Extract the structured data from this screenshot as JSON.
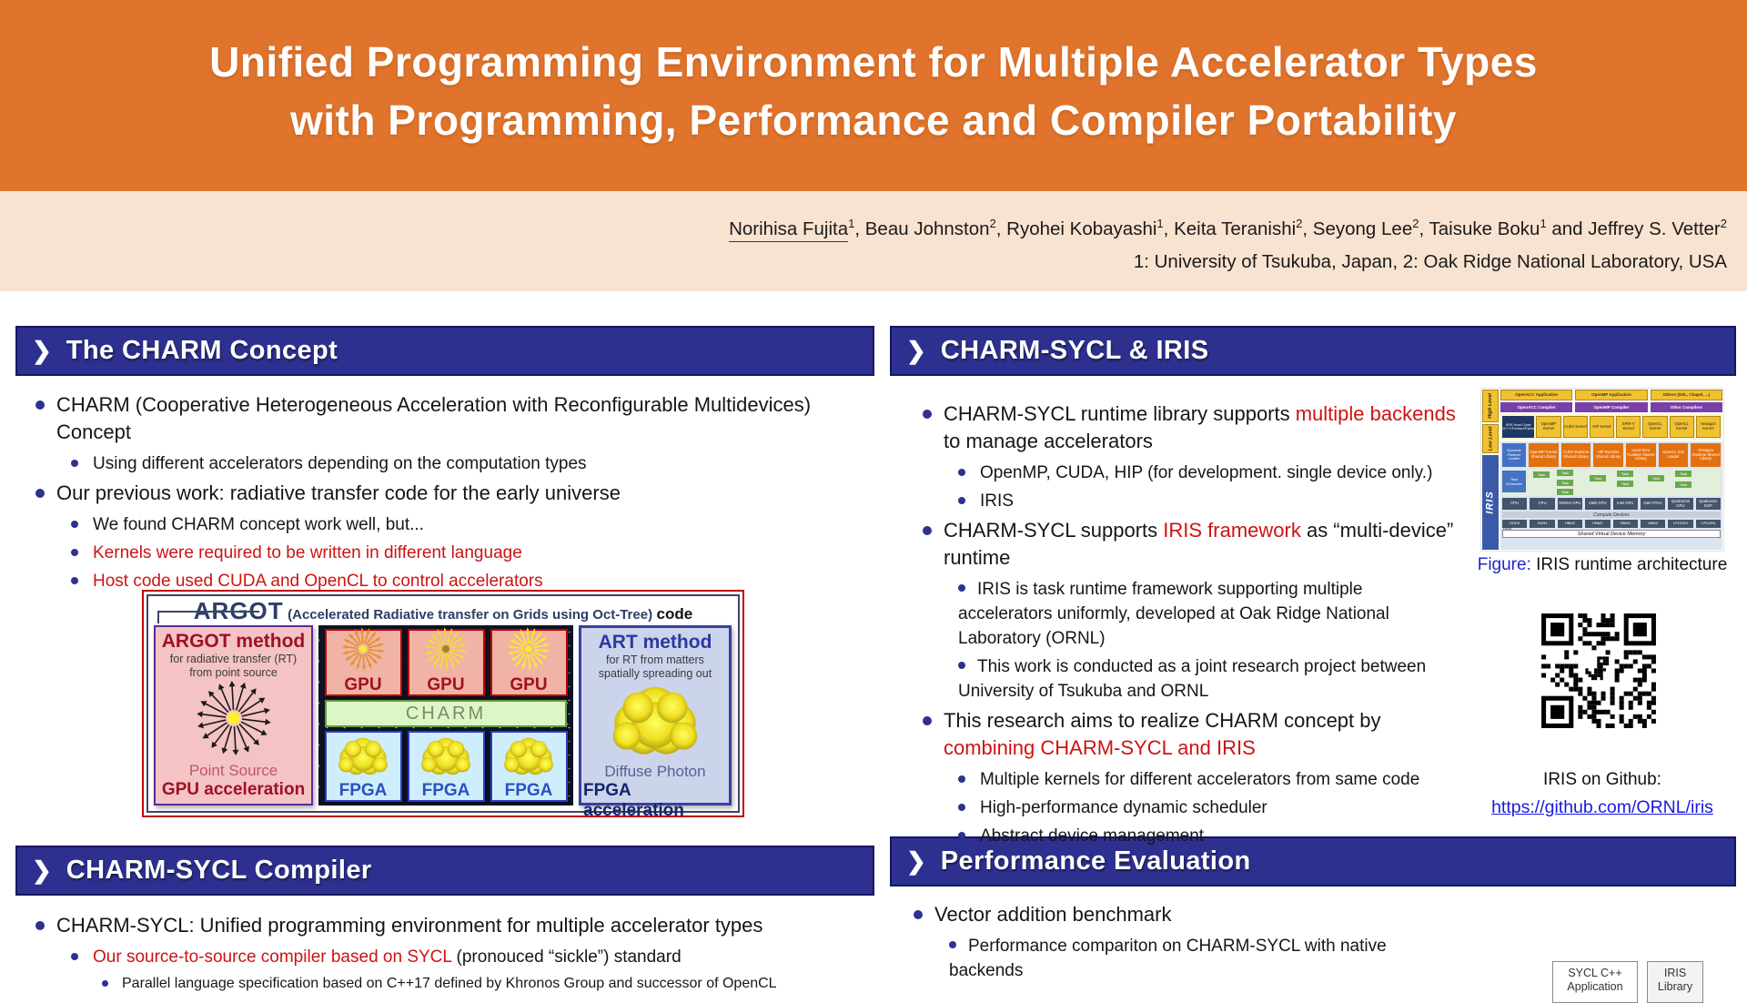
{
  "banner": {
    "title_line1": "Unified Programming Environment for Multiple Accelerator Types",
    "title_line2": "with Programming, Performance and Compiler Portability"
  },
  "authors_bar": {
    "authors": [
      {
        "lead": "",
        "name": "Norihisa Fujita",
        "sup": "1",
        "underline": true
      },
      {
        "lead": ", ",
        "name": "Beau Johnston",
        "sup": "2"
      },
      {
        "lead": ", ",
        "name": "Ryohei Kobayashi",
        "sup": "1"
      },
      {
        "lead": ", ",
        "name": "Keita Teranishi",
        "sup": "2"
      },
      {
        "lead": ", ",
        "name": "Seyong Lee",
        "sup": "2"
      },
      {
        "lead": ", ",
        "name": "Taisuke Boku",
        "sup": "1"
      },
      {
        "lead": " and ",
        "name": "Jeffrey S. Vetter",
        "sup": "2"
      }
    ],
    "affiliations": "1: University of Tsukuba, Japan, 2: Oak Ridge National Laboratory, USA"
  },
  "colors": {
    "banner_orange": "#e0742c",
    "authors_bg": "#f8e3d1",
    "header_navy": "#2d308e",
    "bullet_navy": "#2d3192",
    "accent_red": "#cf1212",
    "link_blue": "#1a1adf",
    "figure_label_blue": "#2525cc"
  },
  "sections": {
    "charm_concept": {
      "title": "The CHARM Concept",
      "bullets": [
        {
          "level": 1,
          "segments": [
            {
              "text": "CHARM (Cooperative Heterogeneous Acceleration with Reconfigurable Multidevices) Concept"
            }
          ]
        },
        {
          "level": 2,
          "segments": [
            {
              "text": "Using different accelerators depending on the computation types"
            }
          ]
        },
        {
          "level": 1,
          "segments": [
            {
              "text": "Our previous work: radiative transfer code for the early universe"
            }
          ]
        },
        {
          "level": 2,
          "segments": [
            {
              "text": "We found CHARM concept work well, but..."
            }
          ]
        },
        {
          "level": 2,
          "segments": [
            {
              "text": "Kernels were required to be written in different language",
              "red": true
            }
          ]
        },
        {
          "level": 2,
          "segments": [
            {
              "text": "Host code used CUDA and OpenCL to control accelerators",
              "red": true
            }
          ]
        }
      ]
    },
    "charm_sycl_iris": {
      "title": "CHARM-SYCL & IRIS",
      "bullets": [
        {
          "level": 1,
          "segments": [
            {
              "text": "CHARM-SYCL runtime library supports "
            },
            {
              "text": "multiple backends",
              "red": true
            },
            {
              "text": " to manage accelerators"
            }
          ]
        },
        {
          "level": 2,
          "segments": [
            {
              "text": "OpenMP, CUDA, HIP (for development. single device only.)"
            }
          ]
        },
        {
          "level": 2,
          "segments": [
            {
              "text": "IRIS"
            }
          ]
        },
        {
          "level": 1,
          "segments": [
            {
              "text": "CHARM-SYCL supports "
            },
            {
              "text": "IRIS framework",
              "red": true
            },
            {
              "text": " as “multi-device” runtime"
            }
          ]
        },
        {
          "level": 2,
          "outdent": true,
          "segments": [
            {
              "text": "IRIS is task runtime framework supporting multiple accelerators uniformly, developed at Oak Ridge National Laboratory (ORNL)"
            }
          ]
        },
        {
          "level": 2,
          "outdent": true,
          "segments": [
            {
              "text": "This work is conducted as a joint research project between University of Tsukuba and ORNL"
            }
          ]
        },
        {
          "level": 1,
          "segments": [
            {
              "text": "This research aims to realize CHARM concept by "
            },
            {
              "text": "combining CHARM-SYCL and IRIS",
              "red": true
            }
          ]
        },
        {
          "level": 2,
          "segments": [
            {
              "text": "Multiple kernels for different accelerators from same code"
            }
          ]
        },
        {
          "level": 2,
          "segments": [
            {
              "text": "High-performance dynamic scheduler"
            }
          ]
        },
        {
          "level": 2,
          "segments": [
            {
              "text": "Abstract device management"
            }
          ]
        }
      ]
    },
    "charm_sycl_compiler": {
      "title": "CHARM-SYCL Compiler",
      "bullets": [
        {
          "level": 1,
          "segments": [
            {
              "text": "CHARM-SYCL: Unified programming environment for multiple accelerator types"
            }
          ]
        },
        {
          "level": 2,
          "segments": [
            {
              "text": "Our source-to-source compiler based on SYCL",
              "red": true
            },
            {
              "text": " (pronouced “sickle”) standard"
            }
          ]
        },
        {
          "level": 3,
          "segments": [
            {
              "text": "Parallel language specification based on C++17 defined by Khronos Group and successor of OpenCL"
            }
          ]
        }
      ]
    },
    "performance_evaluation": {
      "title": "Performance Evaluation",
      "bullets": [
        {
          "level": 1,
          "segments": [
            {
              "text": "Vector addition benchmark"
            }
          ]
        },
        {
          "level": 2,
          "outdent": true,
          "segments": [
            {
              "text": "Performance compariton on CHARM-SYCL with native backends"
            }
          ]
        }
      ],
      "diagram_boxes": [
        {
          "line1": "SYCL C++",
          "line2": "Application",
          "gray": false
        },
        {
          "line1": "IRIS",
          "line2": "Library",
          "gray": true
        }
      ]
    }
  },
  "argot_figure": {
    "title_main": "ARGOT",
    "title_paren": "(Accelerated Radiative transfer on Grids using Oct-Tree)",
    "title_suffix": "code",
    "left_panel": {
      "heading": "ARGOT method",
      "sub1": "for radiative transfer (RT)",
      "sub2": "from point source",
      "label1": "Point Source",
      "label2": "GPU acceleration"
    },
    "middle_panel": {
      "gpu_labels": [
        "GPU",
        "GPU",
        "GPU"
      ],
      "burst_colors": [
        "#e39126",
        "#f2de30",
        "#f8ec2a"
      ],
      "charm_label": "CHARM",
      "fpga_labels": [
        "FPGA",
        "FPGA",
        "FPGA"
      ]
    },
    "right_panel": {
      "heading": "ART method",
      "sub1": "for RT from matters",
      "sub2": "spatially spreading out",
      "label1": "Diffuse Photon",
      "label2": "FPGA acceleration"
    }
  },
  "iris_panel": {
    "figure": {
      "high_level_label": "High Level",
      "low_level_label": "Low Level",
      "iris_label": "IRIS",
      "app_row": [
        "OpenACC Application",
        "OpenMP Application",
        "Others (DSL, Chapel, ...)"
      ],
      "compiler_row": [
        "OpenACC Compiler",
        "OpenMP Compiler",
        "Other Compilers"
      ],
      "kernel_row": [
        "IRIS Host Code (C/C++/Fortran/Python)",
        "OpenMP Kernel",
        "CUDA Kernel",
        "HIP Kernel",
        "SPIR-V Kernel",
        "OpenCL Kernel",
        "OpenCL Kernel",
        "Hexagon Kernel"
      ],
      "loader_label": "Dynamic Platform Loader",
      "runtime_row": [
        "OpenMP Kernel Shared Library",
        "CUDA Runtime Shared Library",
        "HIP Runtime Shared Library",
        "Level Zero Runtime Shared Library",
        "OpenCL ICD Loader",
        "Hexagon Runtime Shared Library"
      ],
      "scheduler_label": "Task Scheduler",
      "task_label": "Task",
      "device_row": [
        "CPU",
        "CPU",
        "NVIDIA GPU",
        "AMD GPU",
        "Intel GPU",
        "Intel FPGA",
        "Qualcomm GPU",
        "Qualcomm DSP"
      ],
      "host_label": "Host",
      "compute_devices_label": "Compute Devices",
      "memory_row": [
        "DDR4",
        "DDR4",
        "HBM2",
        "HBM2",
        "HBM2",
        "HBM2",
        "LPDDR4",
        "LPDDR4"
      ],
      "memory_label": "Shared Virtual Device Memory"
    },
    "caption_label": "Figure:",
    "caption_text": " IRIS runtime architecture",
    "github_label": "IRIS on Github:",
    "github_url": "https://github.com/ORNL/iris"
  }
}
